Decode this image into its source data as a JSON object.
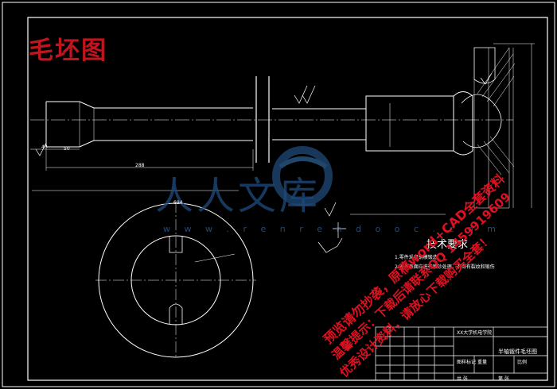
{
  "drawing": {
    "title_stamp": "毛坯图",
    "technical_requirements": {
      "heading": "技术要求",
      "notes": [
        "1.零件采用钢模锻造",
        "2.零件表面应进行喷砂处理，不得有裂纹和锻伤"
      ]
    },
    "dimensions": {
      "d1": "40",
      "d2": "50",
      "d3": "288",
      "d4": "694"
    }
  },
  "watermark": {
    "name": "人人文库",
    "url": "w w w . r e n r e n d o o c . c o m"
  },
  "overlay_ads": {
    "line1": "预览请勿抄袭，原稿word+CAD全套资料",
    "line2": "温馨提示：下载后请联系QQ 1459919609",
    "line3": "优秀设计资料，请放心下载购买全套！"
  },
  "title_block": {
    "part_name": "半轴锻件毛坯图",
    "school": "XX大学机电学院",
    "cells": [
      "图样标记",
      "重量",
      "比例",
      "共 张",
      "第 张"
    ]
  }
}
